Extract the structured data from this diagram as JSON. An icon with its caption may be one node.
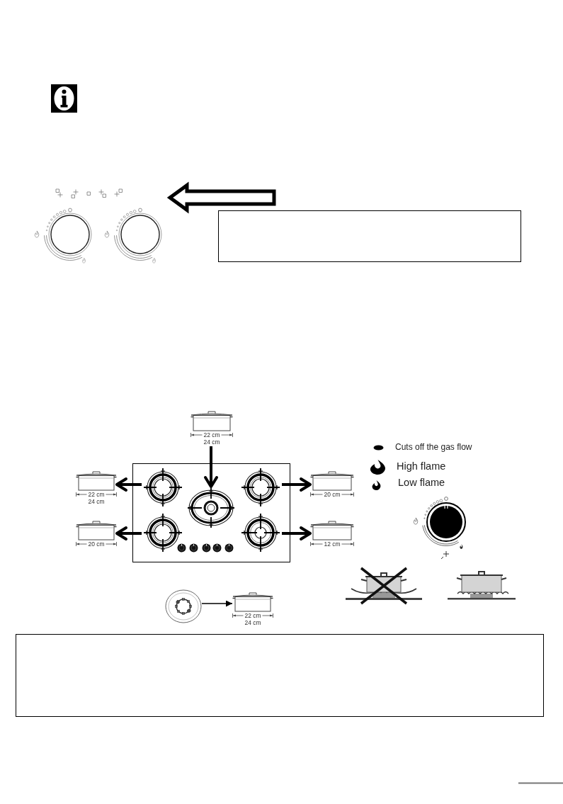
{
  "diagram": {
    "nodes": [
      {
        "text": [],
        "shape": "picture"
      },
      {
        "text": [],
        "shape": "box"
      },
      {
        "text": [],
        "shape": "pot",
        "beside": [
          "22 cm",
          "24 cm"
        ]
      },
      {
        "text": [],
        "shape": "box"
      },
      {
        "text": [],
        "shape": "pot",
        "beside": [
          "22 cm",
          "24 cm"
        ]
      },
      {
        "text": [],
        "shape": "picture",
        "in": 3
      },
      {
        "text": [],
        "shape": "picture",
        "in": 3
      },
      {
        "text": [],
        "shape": "picture",
        "in": 3
      },
      {
        "text": [],
        "shape": "pot",
        "beside": [
          "20 cm"
        ]
      },
      {
        "text": [],
        "shape": "pot",
        "beside": [
          "20 cm"
        ]
      },
      {
        "text": [],
        "shape": "picture",
        "in": 3
      },
      {
        "text": [],
        "shape": "picture",
        "in": 3
      },
      {
        "text": [],
        "shape": "pot",
        "beside": [
          "12 cm"
        ]
      },
      {
        "text": [],
        "shape": "picture"
      },
      {
        "text": [],
        "shape": "pot",
        "beside": [
          "22 cm",
          "24 cm"
        ]
      },
      {
        "text": [],
        "shape": "box"
      }
    ],
    "edges": [
      {
        "from": null,
        "to": 0,
        "arrow": "to",
        "style": "thick"
      },
      {
        "from": 2,
        "to": 6,
        "arrow": "to"
      },
      {
        "from": 5,
        "to": 4,
        "arrow": "to"
      },
      {
        "from": 7,
        "to": 8,
        "arrow": "to"
      },
      {
        "from": 10,
        "to": 9,
        "arrow": "to"
      },
      {
        "from": 11,
        "to": 12,
        "arrow": "to"
      },
      {
        "from": 13,
        "to": 14,
        "arrow": "to"
      }
    ],
    "legend": [
      {
        "text": "Cuts off the gas flow"
      },
      {
        "text": "High flame"
      },
      {
        "text": "Low flame"
      }
    ]
  }
}
